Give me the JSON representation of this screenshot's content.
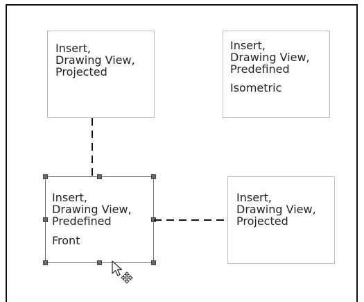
{
  "views": {
    "top_left": {
      "lines": [
        "Insert,",
        "Drawing View,",
        "Projected"
      ]
    },
    "top_right": {
      "lines": [
        "Insert,",
        "Drawing View,",
        "Predefined"
      ],
      "orientation": "Isometric"
    },
    "bottom_left": {
      "lines": [
        "Insert,",
        "Drawing View,",
        "Predefined"
      ],
      "orientation": "Front",
      "selected": true
    },
    "bottom_right": {
      "lines": [
        "Insert,",
        "Drawing View,",
        "Projected"
      ]
    }
  },
  "cursor": {
    "icon": "move-arrow-cursor-icon"
  },
  "colors": {
    "sheet_border": "#111111",
    "view_border": "#bdbdbd",
    "handle": "#6b6b6b",
    "connector": "#111111",
    "text": "#222222"
  }
}
